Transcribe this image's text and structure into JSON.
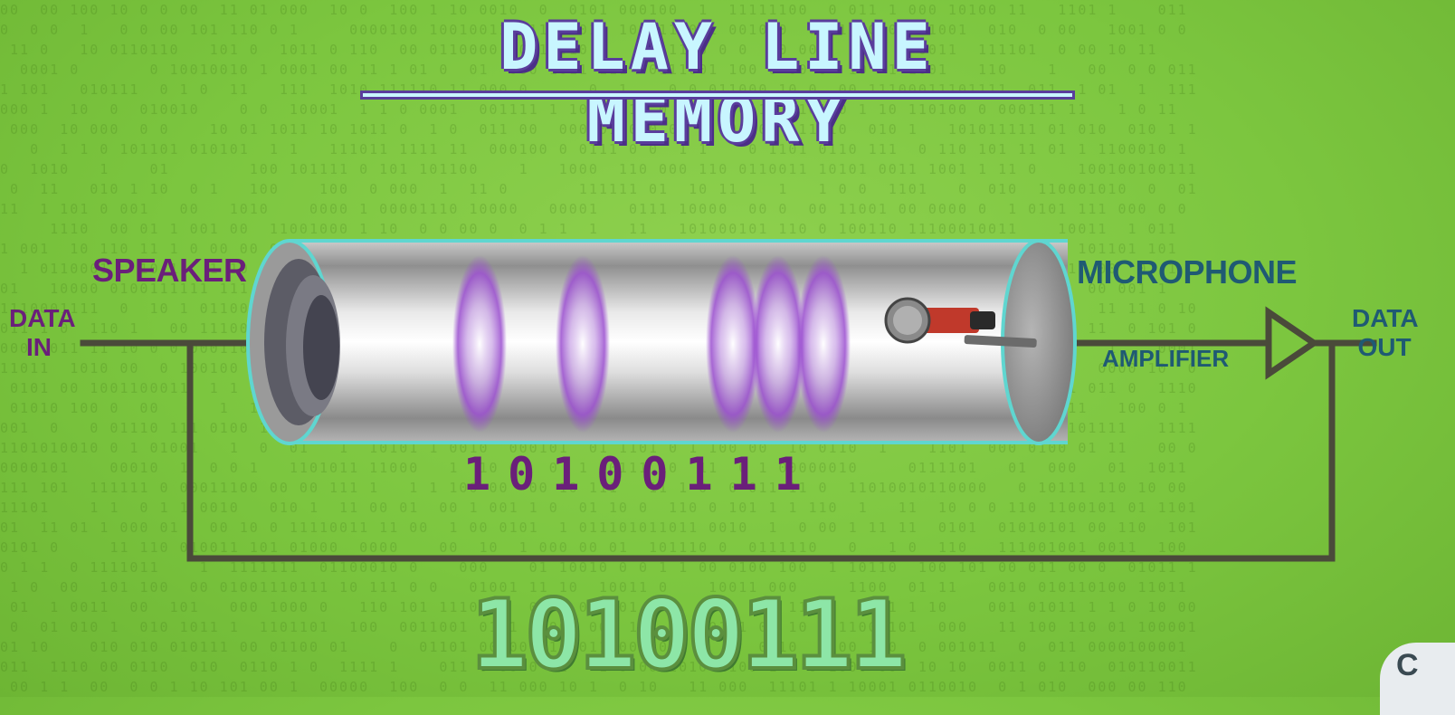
{
  "title": "DELAY LINE MEMORY",
  "labels": {
    "speaker": "SPEAKER",
    "data_in_line1": "DATA",
    "data_in_line2": "IN",
    "microphone": "MICROPHONE",
    "amplifier": "AMPLIFIER",
    "data_out_line1": "DATA",
    "data_out_line2": "OUT"
  },
  "bits_in_tube": "10100111",
  "stored_bits": "10100111",
  "corner_badge": "C",
  "colors": {
    "background": "#7cc63f",
    "speaker_label": "#6a1f7a",
    "microphone_label": "#1f5a73",
    "wire": "#4a4a3a",
    "pulse": "#9b4fd0",
    "title_fill": "#c8f6ff",
    "title_outline": "#5a3d9c"
  }
}
